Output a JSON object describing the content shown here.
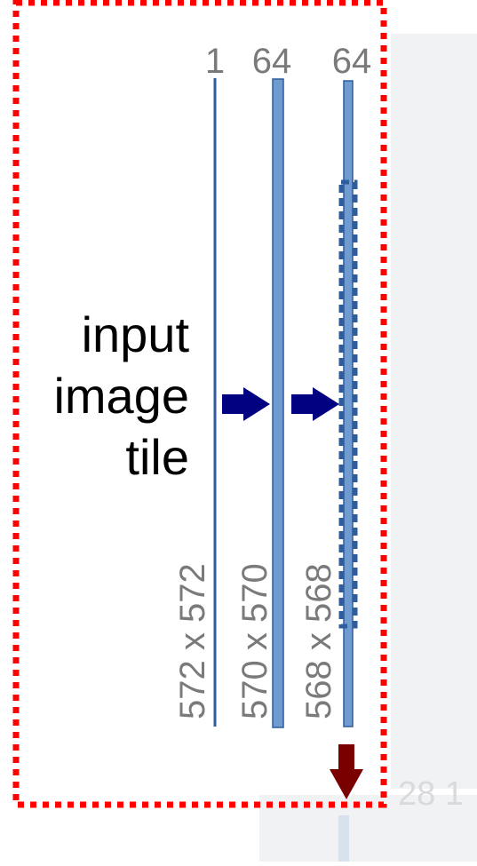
{
  "diagram": {
    "title_lines": [
      "input",
      "image",
      "tile"
    ],
    "columns": [
      {
        "channels": "1",
        "size": "572 x 572"
      },
      {
        "channels": "64",
        "size": "570 x 570"
      },
      {
        "channels": "64",
        "size": "568 x 568"
      }
    ],
    "faded_fragment": "28 1",
    "colors": {
      "layer_fill": "#6f9bd1",
      "layer_stroke": "#2f5c9a",
      "arrow_conv": "#000080",
      "arrow_pool": "#7a0000",
      "highlight_border": "#ff0000",
      "faded_bg": "#f1f2f4",
      "dim_text": "#7a7a7a"
    },
    "arrows": [
      {
        "name": "conv-arrow-1",
        "kind": "conv"
      },
      {
        "name": "conv-arrow-2",
        "kind": "conv"
      },
      {
        "name": "pool-arrow",
        "kind": "maxpool"
      }
    ]
  }
}
